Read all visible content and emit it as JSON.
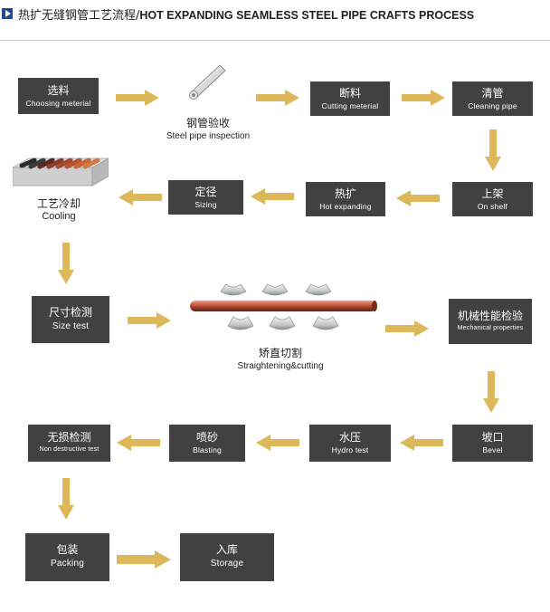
{
  "header": {
    "title_cn": "热扩无缝钢管工艺流程/",
    "title_en": "HOT EXPANDING SEAMLESS STEEL PIPE CRAFTS PROCESS"
  },
  "colors": {
    "box": "#414141",
    "arrow": "#dcb85a",
    "accent": "#1d4a8c"
  },
  "steps": {
    "choosing": {
      "cn": "选料",
      "en": "Choosing meterial"
    },
    "inspection": {
      "cn": "钢管验收",
      "en": "Steel pipe inspection"
    },
    "cutting": {
      "cn": "断料",
      "en": "Cutting meterial"
    },
    "cleaning": {
      "cn": "清管",
      "en": "Cleaning pipe"
    },
    "onshelf": {
      "cn": "上架",
      "en": "On shelf"
    },
    "hotexpanding": {
      "cn": "热扩",
      "en": "Hot expanding"
    },
    "sizing": {
      "cn": "定径",
      "en": "Sizing"
    },
    "cooling": {
      "cn": "工艺冷却",
      "en": "Cooling"
    },
    "sizetest": {
      "cn": "尺寸检测",
      "en": "Size test"
    },
    "straightening": {
      "cn": "矫直切割",
      "en": "Straightening&cutting"
    },
    "mechanical": {
      "cn": "机械性能检验",
      "en": "Mechanical properties"
    },
    "bevel": {
      "cn": "坡口",
      "en": "Bevel"
    },
    "hydro": {
      "cn": "水压",
      "en": "Hydro test"
    },
    "blasting": {
      "cn": "喷砂",
      "en": "Blasting"
    },
    "ndt": {
      "cn": "无损检测",
      "en": "Non destructive test"
    },
    "packing": {
      "cn": "包装",
      "en": "Packing"
    },
    "storage": {
      "cn": "入库",
      "en": "Storage"
    }
  },
  "icons": {
    "pipe": "steel-pipe-icon",
    "cooling_rack": "cooling-rack-icon",
    "straightener": "straightening-machine-icon"
  }
}
